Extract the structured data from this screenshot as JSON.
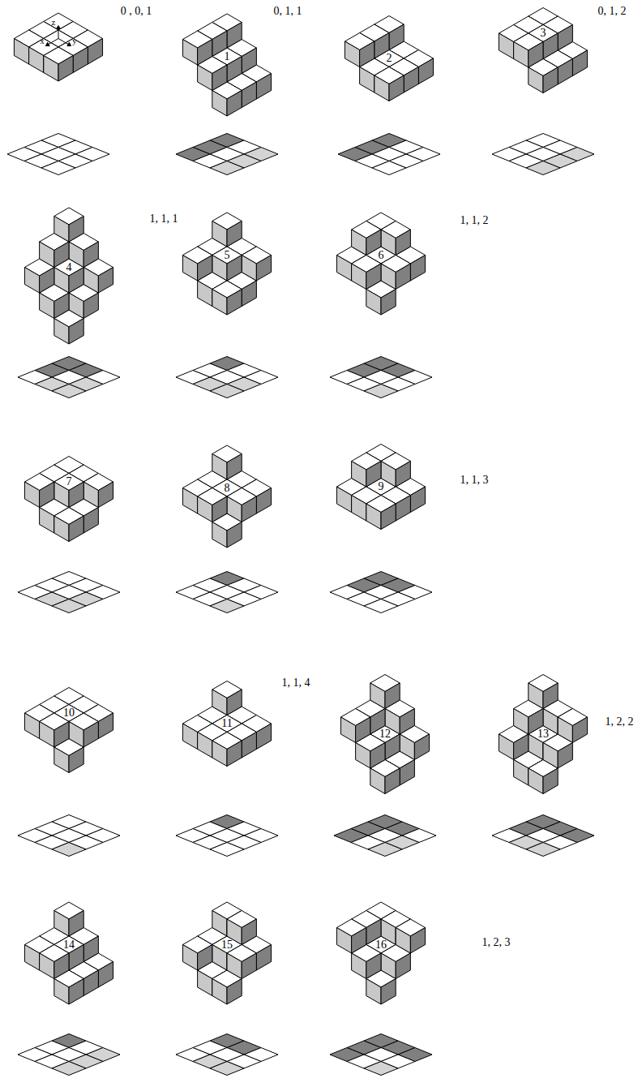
{
  "diagram": {
    "labels": [
      "z",
      "x",
      "y",
      "0 , 0, 1",
      "0, 1, 1",
      "1",
      "2",
      "0, 1, 2",
      "3",
      "1, 1, 1",
      "4",
      "5",
      "6",
      "1, 1, 2",
      "7",
      "8",
      "9",
      "1, 1, 3",
      "10",
      "1, 1, 4",
      "11",
      "12",
      "13",
      "1, 2, 2",
      "14",
      "15",
      "16",
      "1, 2, 3"
    ]
  }
}
